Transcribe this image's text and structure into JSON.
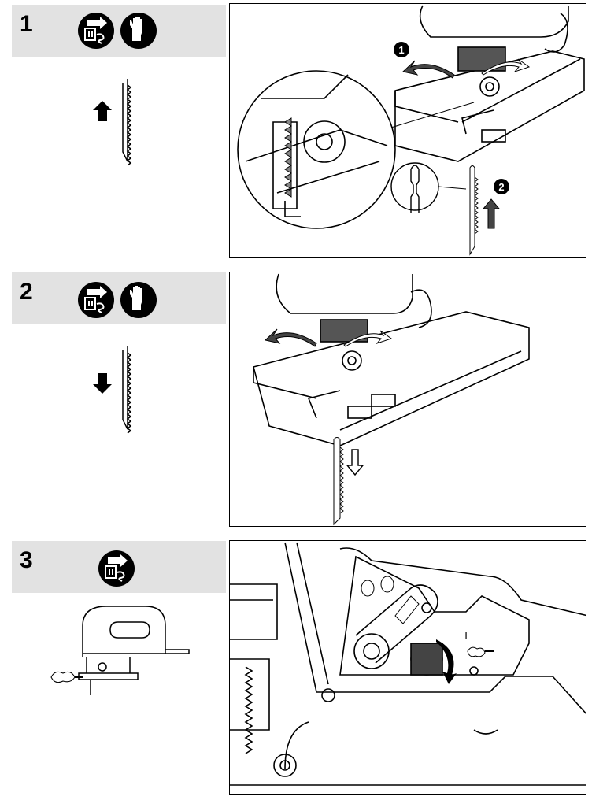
{
  "steps": [
    {
      "number": "1",
      "callouts": [
        "1",
        "2"
      ],
      "direction": "up",
      "icons": [
        "unplug-icon",
        "gloves-icon"
      ]
    },
    {
      "number": "2",
      "callouts": [],
      "direction": "down",
      "icons": [
        "unplug-icon",
        "gloves-icon"
      ]
    },
    {
      "number": "3",
      "callouts": [],
      "direction": "blow",
      "icons": [
        "unplug-icon"
      ],
      "switch_label": "I"
    }
  ]
}
